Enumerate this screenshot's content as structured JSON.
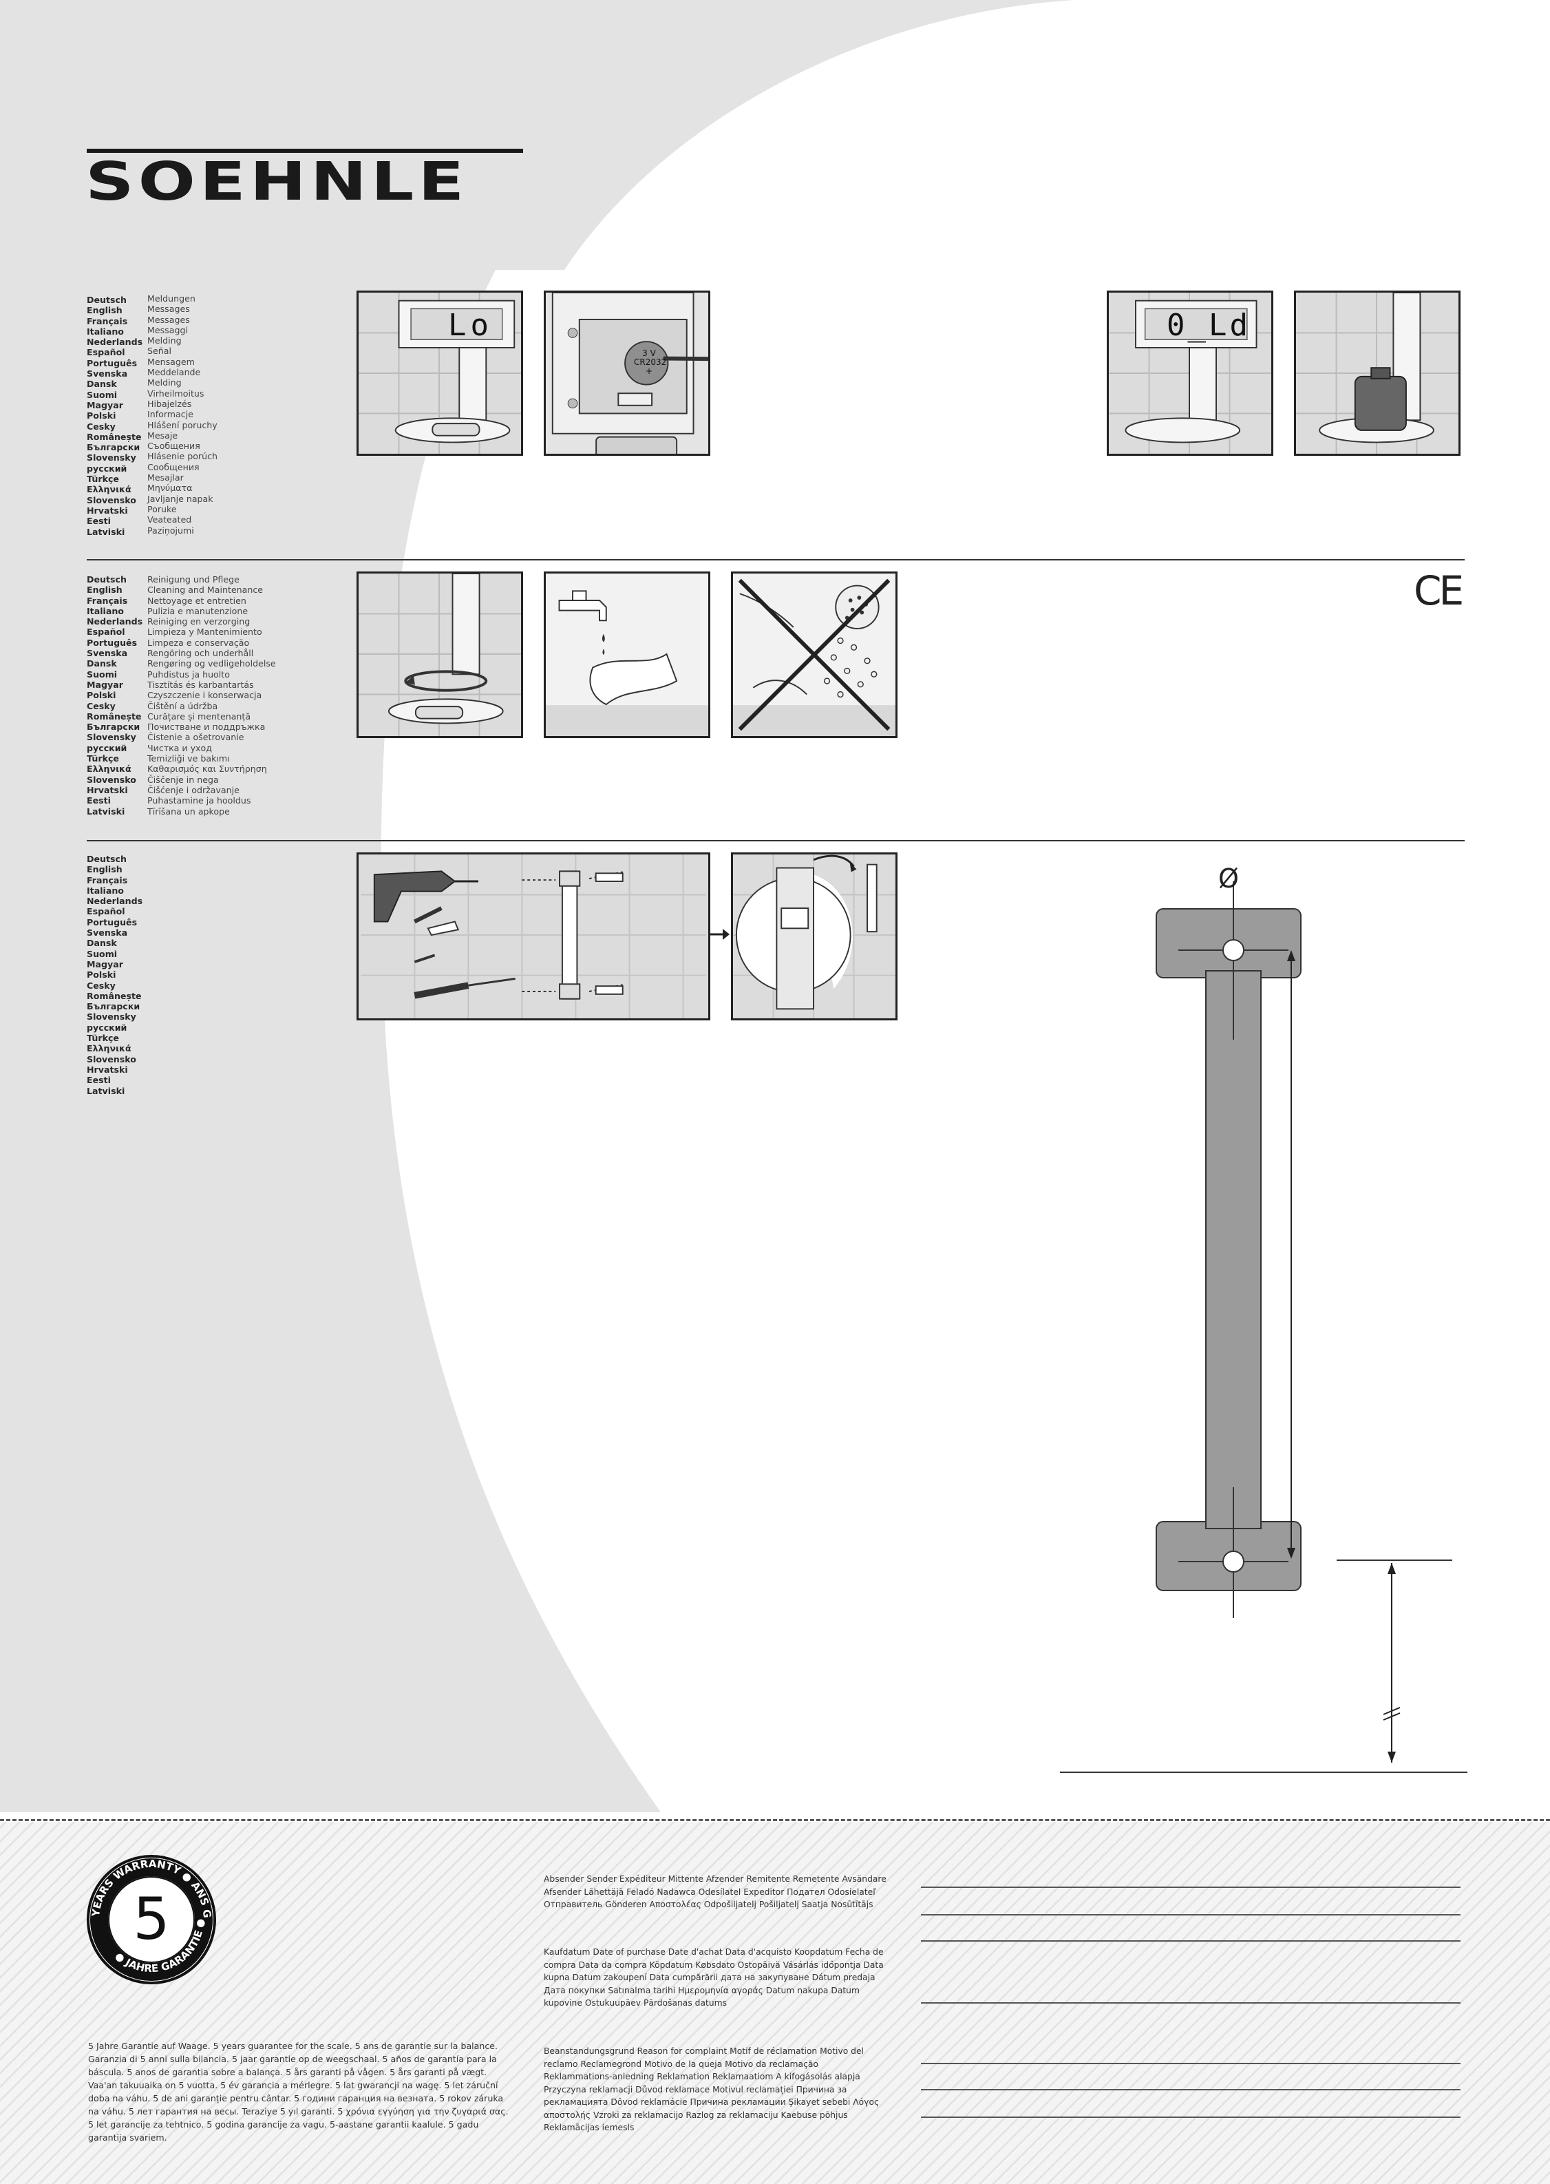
{
  "brand": {
    "logo": "SOEHNLE"
  },
  "languages": [
    "Deutsch",
    "English",
    "Français",
    "Italiano",
    "Nederlands",
    "Español",
    "Português",
    "Svenska",
    "Dansk",
    "Suomi",
    "Magyar",
    "Polski",
    "Cesky",
    "Românește",
    "Български",
    "Slovensky",
    "русский",
    "Türkçe",
    "Ελληνικά",
    "Slovensko",
    "Hrvatski",
    "Eesti",
    "Latviski"
  ],
  "sections": {
    "messages": {
      "terms": [
        "Meldungen",
        "Messages",
        "Messages",
        "Messaggi",
        "Melding",
        "Señal",
        "Mensagem",
        "Meddelande",
        "Melding",
        "Virheilmoitus",
        "Hibajelzés",
        "Informacje",
        "Hlášení poruchy",
        "Mesaje",
        "Съобщения",
        "Hlásenie porúch",
        "Сообщения",
        "Mesajlar",
        "Μηνύματα",
        "Javljanje napak",
        "Poruke",
        "Veateated",
        "Paziņojumi"
      ],
      "display_lo": "Lo",
      "display_old": "0_Ld",
      "battery_line1": "3 V",
      "battery_line2": "CR2032",
      "battery_plus": "+"
    },
    "cleaning": {
      "terms": [
        "Reinigung und Pflege",
        "Cleaning and Maintenance",
        "Nettoyage et entretien",
        "Pulizia e manutenzione",
        "Reiniging en verzorging",
        "Limpieza y Mantenimiento",
        "Limpeza e conservação",
        "Rengöring och underhåll",
        "Rengøring og vedligeholdelse",
        "Puhdistus ja huolto",
        "Tisztítás és karbantartás",
        "Czyszczenie i konserwacja",
        "Čištění a údržba",
        "Curățare și mentenanță",
        "Почистване и поддръжка",
        "Čistenie a ošetrovanie",
        "Чистка и уход",
        "Temizliği ve bakımı",
        "Καθαρισμός και Συντήρηση",
        "Čiščenje in nega",
        "Čišćenje i održavanje",
        "Puhastamine ja hooldus",
        "Tīrīšana un apkope"
      ]
    },
    "mounting": {
      "diameter_symbol": "Ø"
    }
  },
  "ce_mark": "CE",
  "warranty": {
    "badge_number": "5",
    "badge_ring_top": "YEARS WARRANTY ● ANS GARANTIE ●",
    "badge_ring_bottom": "● JAHRE GARANTIE ●",
    "text": "5 Jahre Garantie auf Waage. 5 years guarantee for the scale. 5 ans de garantie sur la balance. Garanzia di 5 anni sulla bilancia. 5 jaar garantie op de weegschaal. 5 años de garantía para la báscula. 5 anos de garantia sobre a balança. 5 års garanti på vågen. 5 års garanti på vægt. Vaa'an takuuaika on 5 vuotta. 5 év garancia a mérlegre. 5 lat gwarancji na wagę. 5 let záruční doba na váhu. 5 de ani garanție pentru cântar. 5 години гаранция на везната. 5 rokov záruka na váhu. 5 лет гарантия на весы. Teraziye 5 yıl garanti. 5 χρόνια εγγύηση για την ζυγαριά σας. 5 let garancije za tehtnico. 5 godina garancije za vagu. 5-aastane garantii kaalule. 5 gadu garantija svariem."
  },
  "form": {
    "sender": "Absender  Sender  Expéditeur  Mittente  Afzender  Remitente  Remetente  Avsändare Afsender  Lähettäjä  Feladó  Nadawca  Odesílatel  Expeditor  Подател  Odosielateľ Отправитель  Gönderen  Αποστολέας  Odpošiljatelj  Pošiljatelj  Saatja  Nosūtītājs",
    "purchase_date": "Kaufdatum  Date of purchase  Date d'achat  Data d'acquisto  Koopdatum  Fecha de compra  Data da compra  Köpdatum  Købsdato  Ostopäivä  Vásárlás időpontja  Data kupna  Datum zakoupení  Data cumpărării  дата на закупуване  Dátum predaja Дата покупки  Satınalma tarihi  Ημερομηνία αγοράς  Datum nakupa  Datum kupovine  Ostukuupäev  Pārdošanas datums",
    "complaint_reason": "Beanstandungsgrund  Reason for complaint  Motif de réclamation  Motivo del reclamo Reclamegrond  Motivo de la queja  Motivo da reclamação  Reklammations-anledning Reklamation  Reklamaatiom  A kifogásolás alapja  Przyczyna reklamacji  Důvod reklamace  Motivul reclamației  Причина за рекламацията  Dôvod reklamácie Причина рекламации  Şikayet sebebi  Λόγος αποστολής  Vzroki za reklamacijo Razlog za reklamaciju  Kaebuse põhjus  Reklamācijas iemesls"
  }
}
